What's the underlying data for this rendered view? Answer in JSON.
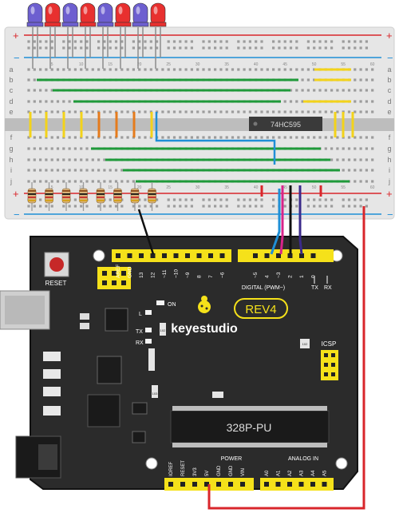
{
  "breadboard": {
    "row_letters_top": [
      "a",
      "b",
      "c",
      "d",
      "e"
    ],
    "row_letters_bottom": [
      "f",
      "g",
      "h",
      "i",
      "j"
    ],
    "column_numbers": [
      "5",
      "10",
      "15",
      "20",
      "25",
      "30",
      "35",
      "40",
      "45",
      "50",
      "55",
      "60"
    ],
    "chip_label": "74HC595",
    "rail_plus": "+",
    "rail_minus": "−"
  },
  "arduino": {
    "reset_label": "RESET",
    "on_label": "ON",
    "l_label": "L",
    "tx_label": "TX",
    "rx_label": "RX",
    "brand": "keyestudio",
    "model": "REV4",
    "mcu": "328P-PU",
    "icsp": "ICSP",
    "resistor_code_1": "102",
    "resistor_code_2": "102",
    "resistor_code_3": "103",
    "digital_label": "DIGITAL (PWM~)",
    "tx_arrow_label": "TX",
    "rx_arrow_label": "RX",
    "power_label": "POWER",
    "analog_label": "ANALOG IN",
    "top_pins": [
      "AREF",
      "GND",
      "13",
      "12",
      "~11",
      "~10",
      "~9",
      "8",
      "7",
      "~6",
      "~5",
      "4",
      "~3",
      "2",
      "1",
      "0"
    ],
    "power_pins": [
      "IOREF",
      "RESET",
      "3V3",
      "5V",
      "GND",
      "GND",
      "VIN"
    ],
    "analog_pins": [
      "A0",
      "A1",
      "A2",
      "A3",
      "A4",
      "A5"
    ]
  },
  "colors": {
    "board": "#2b2b2b",
    "header": "#f5e11a",
    "breadboard": "#e8e8e8",
    "rail_red": "#d9262b",
    "rail_blue": "#1f8fd6",
    "led_red": "#e8302f",
    "led_blue": "#6d5fd0",
    "wire_green": "#1f9a3a",
    "wire_yellow": "#f3d31a",
    "wire_orange": "#e57b1c"
  }
}
